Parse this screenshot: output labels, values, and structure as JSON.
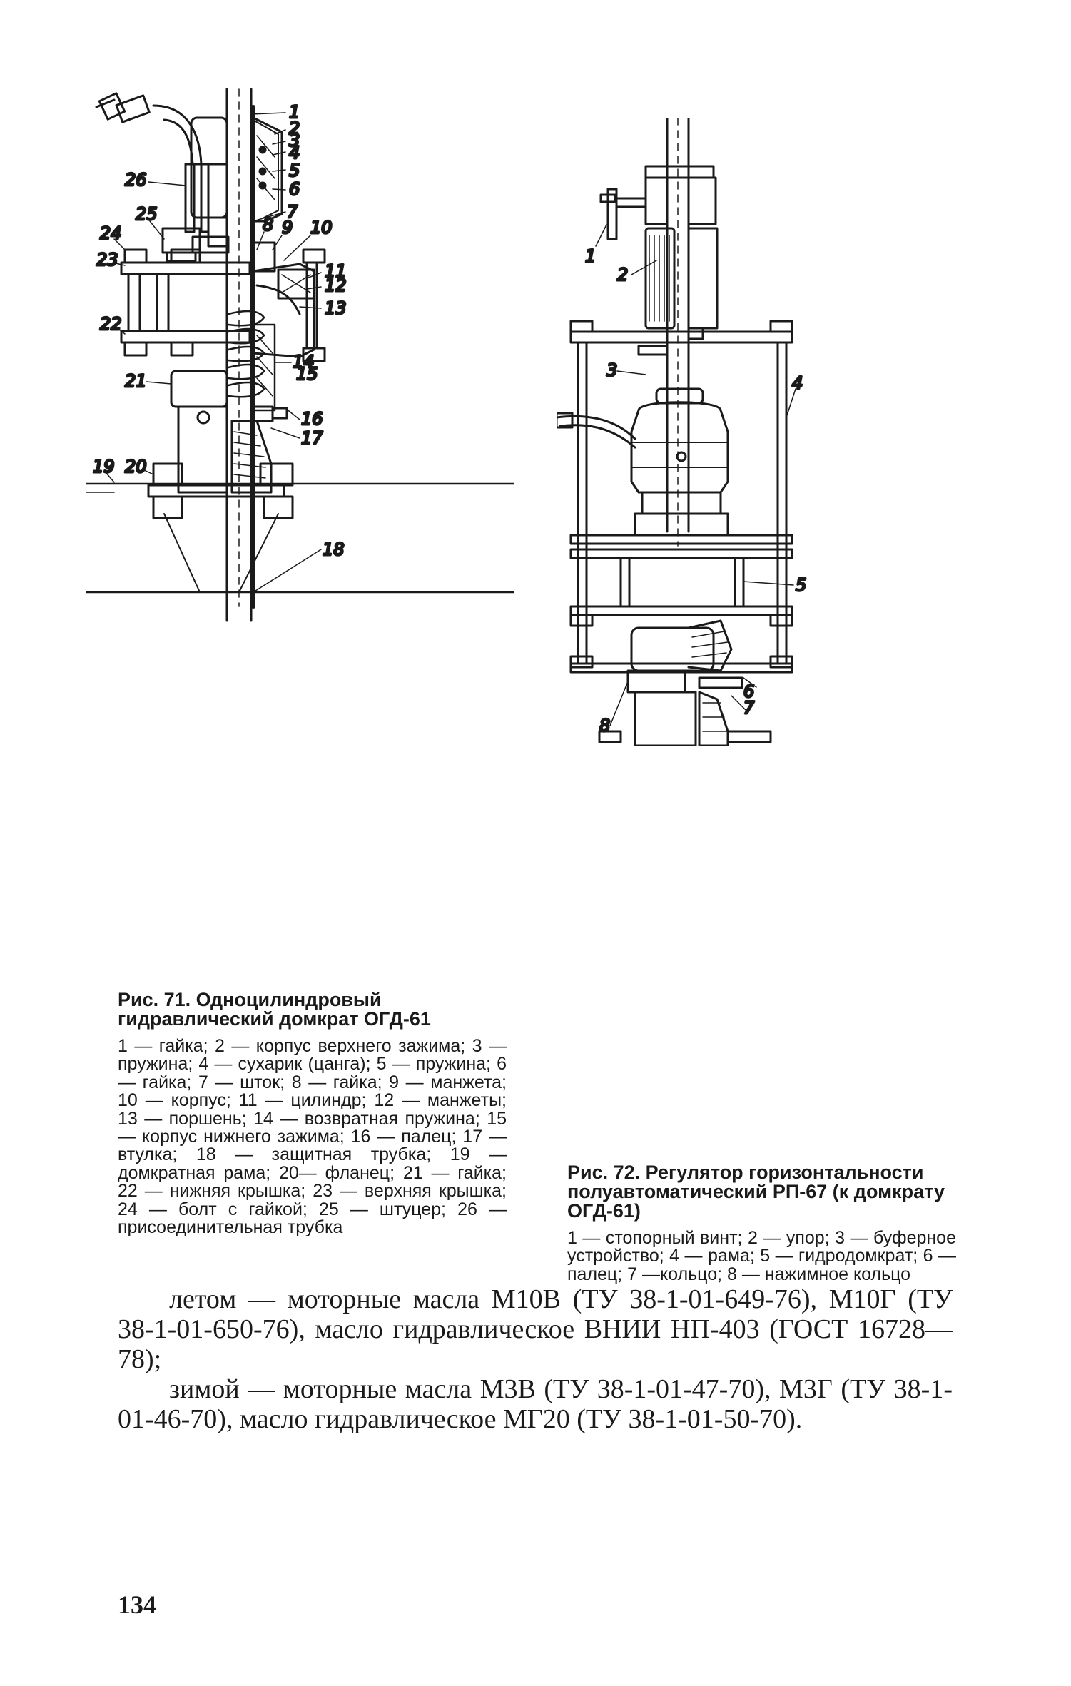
{
  "figure71": {
    "callouts": [
      "1",
      "2",
      "3",
      "4",
      "5",
      "6",
      "7",
      "8",
      "9",
      "10",
      "11",
      "12",
      "13",
      "14",
      "15",
      "16",
      "17",
      "18",
      "19",
      "20",
      "21",
      "22",
      "23",
      "24",
      "25",
      "26"
    ],
    "caption_title": "Рис. 71. Одноцилиндровый гидравлический домкрат ОГД-61",
    "caption_legend": "1 — гайка; 2 — корпус верхнего зажима; 3 — пружина; 4 — сухарик (цанга); 5 — пружина; 6 — гайка; 7 — шток; 8 — гайка; 9 — манжета; 10 — корпус; 11 — цилиндр; 12 — манжеты; 13 — поршень; 14 — возвратная пружина; 15 — корпус нижнего зажима; 16 — палец; 17 — втулка; 18 — защитная трубка; 19 — домкратная рама; 20— фланец; 21 — гайка; 22 — нижняя крышка; 23 — верхняя крышка; 24 — болт с гайкой; 25 — штуцер; 26 — присоединительная трубка"
  },
  "figure72": {
    "callouts": [
      "1",
      "2",
      "3",
      "4",
      "5",
      "6",
      "7",
      "8"
    ],
    "caption_title": "Рис. 72. Регулятор горизонтальности полуавтоматический РП-67 (к домкрату ОГД-61)",
    "caption_legend": "1 — стопорный винт; 2 — упор; 3 — буферное устройство; 4 — рама; 5 — гидродомкрат; 6 — палец; 7 —кольцо; 8 — нажимное кольцо"
  },
  "body_text": {
    "paragraph1": "летом — моторные масла М10В (ТУ 38-1-01-649-76), М10Г (ТУ 38-1-01-650-76), масло гидравлическое ВНИИ НП-403 (ГОСТ 16728—78);",
    "paragraph2": "зимой — моторные масла М3В (ТУ 38-1-01-47-70), М3Г (ТУ 38-1-01-46-70), масло гидравлическое МГ20 (ТУ 38-1-01-50-70)."
  },
  "page_number": "134",
  "colors": {
    "ink": "#1a1a1a",
    "paper": "#ffffff"
  }
}
